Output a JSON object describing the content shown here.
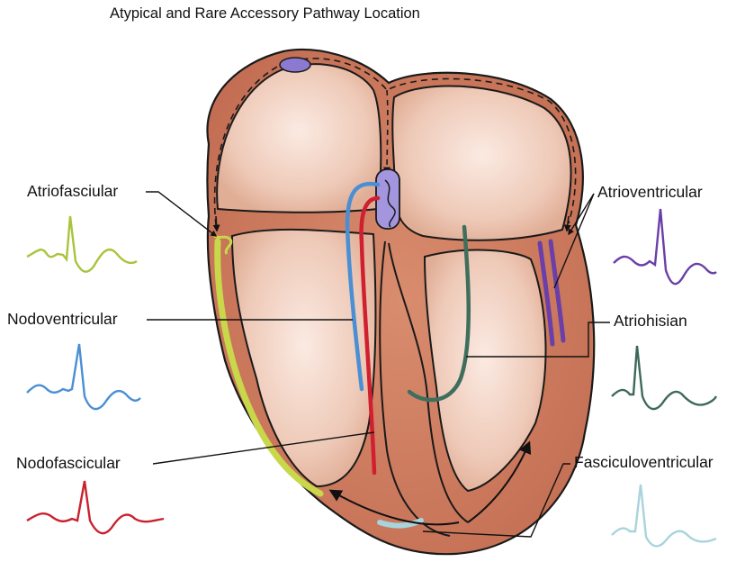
{
  "title": "Atypical and Rare Accessory Pathway Location",
  "labels": {
    "atriofascicular": "Atriofasciular",
    "nodoventricular": "Nodoventricular",
    "nodofascicular": "Nodofascicular",
    "atrioventricular": "Atrioventricular",
    "atriohisian": "Atriohisian",
    "fasciculoventricular": "Fasciculoventricular"
  },
  "colors": {
    "atriofascicular": "#a8c43c",
    "nodoventricular": "#4a8fd4",
    "nodofascicular": "#c8222e",
    "atrioventricular": "#6a3fa8",
    "atriohisian": "#3d6a58",
    "fasciculoventricular": "#a8d4dc",
    "myocardium": "#c8775c",
    "chamber": "#ecc7b4",
    "node": "#9b8bd8"
  }
}
